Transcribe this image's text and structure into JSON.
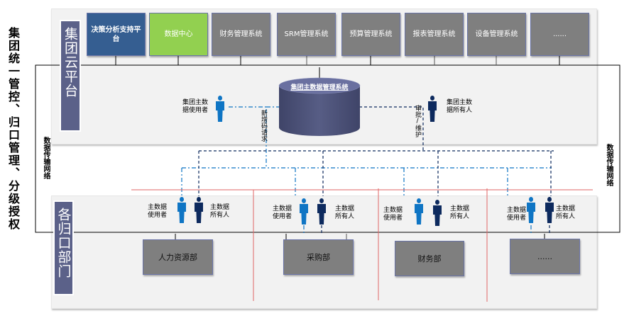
{
  "main_title": "集团统一管控、归口管理、分级授权",
  "group_platform": {
    "label": "集团云平台",
    "systems": [
      {
        "label": "决策分析支持平台",
        "color": "#355e91"
      },
      {
        "label": "数据中心",
        "color": "#92d050"
      },
      {
        "label": "财务管理系统",
        "color": "#7f7f7f"
      },
      {
        "label": "SRM管理系统",
        "color": "#7f7f7f"
      },
      {
        "label": "预算管理系统",
        "color": "#7f7f7f"
      },
      {
        "label": "报表管理系统",
        "color": "#7f7f7f"
      },
      {
        "label": "设备管理系统",
        "color": "#7f7f7f"
      },
      {
        "label": "......",
        "color": "#7f7f7f"
      }
    ],
    "mdm_system": "集团主数据管理系统",
    "group_user": "集团主数据使用者",
    "group_owner": "集团主数据所有人",
    "request_label": "新增码请求",
    "approve_label": "审批/维护"
  },
  "network_label": "数据传输网络",
  "departments": {
    "label": "各归口部门",
    "user_label": "主数据使用者",
    "owner_label": "主数据所有人",
    "units": [
      {
        "label": "人力资源部"
      },
      {
        "label": "采购部"
      },
      {
        "label": "财务部"
      },
      {
        "label": "......"
      }
    ]
  },
  "colors": {
    "user_blue": "#0f75c4",
    "owner_navy": "#0d2a5e",
    "divider_red": "#e06666",
    "label_bg": "#5b6189",
    "db_fill": "#4f5579"
  }
}
